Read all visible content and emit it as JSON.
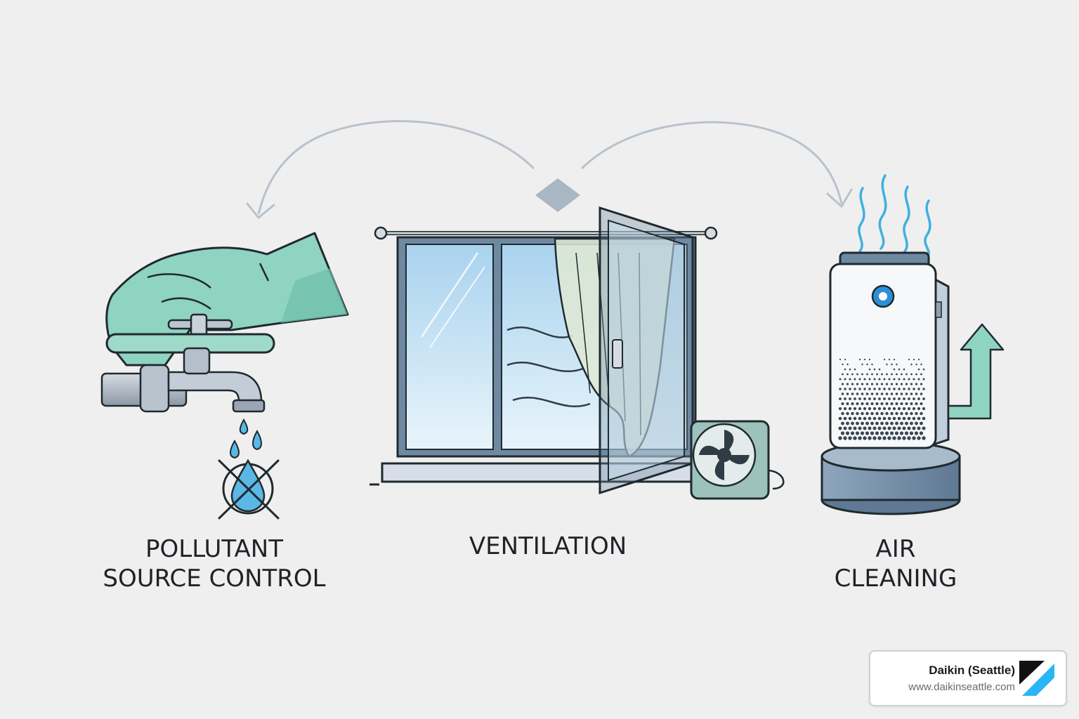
{
  "diagram": {
    "steps": [
      {
        "id": "pollutant-source-control",
        "lines": [
          "POLLUTANT",
          "SOURCE CONTROL"
        ]
      },
      {
        "id": "ventilation",
        "lines": [
          "VENTILATION"
        ]
      },
      {
        "id": "air-cleaning",
        "lines": [
          "AIR",
          "CLEANING"
        ]
      }
    ],
    "icons": {
      "pollutant_source_control": "gloved-hand-turning-faucet-with-crossed-out-droplet",
      "ventilation": "open-window-with-curtain-airflow-and-fan",
      "air_cleaning": "air-purifier-with-upward-arrow"
    },
    "colors": {
      "background": "#efefef",
      "mint": "#8fd3c1",
      "steel": "#6f89a3",
      "glass": "#bfe0f3",
      "arrow": "#b8c2cc",
      "ink": "#1f2328"
    }
  },
  "brand": {
    "name": "Daikin (Seattle)",
    "url": "www.daikinseattle.com",
    "logo_colors": [
      "#111111",
      "#29b6f6"
    ]
  }
}
